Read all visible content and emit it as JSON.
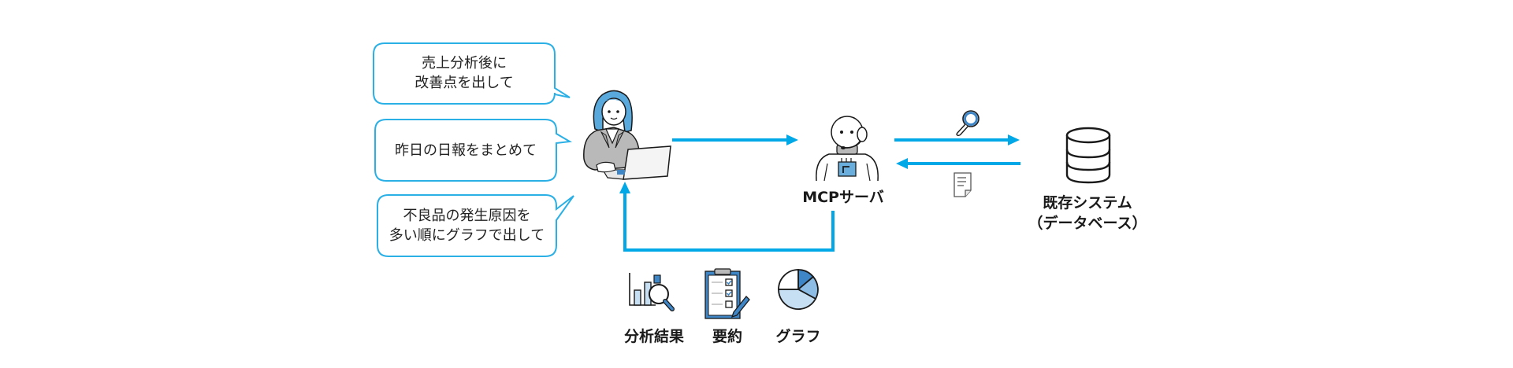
{
  "colors": {
    "arrow": "#00a8e8",
    "bubble_border": "#2bb0e6",
    "icon_blue": "#3f86c6",
    "icon_light_blue": "#8dbde4",
    "icon_pale_blue": "#c7dff2",
    "outline": "#1a1a1a"
  },
  "requests": [
    {
      "line1": "売上分析後に",
      "line2": "改善点を出して"
    },
    {
      "line1": "昨日の日報をまとめて"
    },
    {
      "line1": "不良品の発生原因を",
      "line2": "多い順にグラフで出して"
    }
  ],
  "nodes": {
    "user": {
      "icon": "person-with-laptop-icon"
    },
    "server": {
      "label": "MCPサーバ",
      "icon": "robot-headset-icon"
    },
    "system": {
      "label_line1": "既存システム",
      "label_line2": "（データベース）",
      "icon": "database-icon"
    }
  },
  "flows": {
    "query_icon": "magnifier-icon",
    "response_icon": "document-icon"
  },
  "outputs": [
    {
      "label": "分析結果",
      "icon": "analysis-chart-magnifier-icon"
    },
    {
      "label": "要約",
      "icon": "clipboard-checklist-icon"
    },
    {
      "label": "グラフ",
      "icon": "pie-chart-icon"
    }
  ]
}
